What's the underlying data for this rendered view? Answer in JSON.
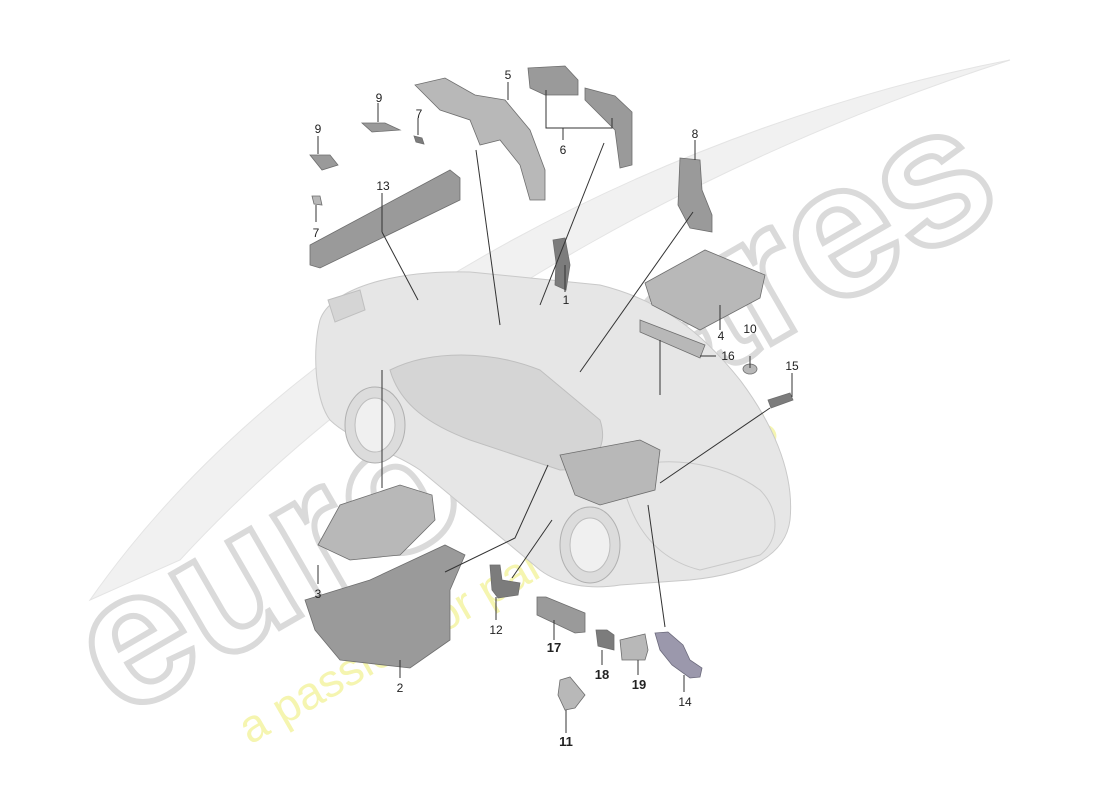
{
  "diagram": {
    "type": "exploded-parts-diagram",
    "subject": "Sports car body insulation / sound-deadening parts",
    "watermark": {
      "brand": "eurospares",
      "tagline": "a passion for parts since 1985",
      "brand_color": "#dcdcdc",
      "tagline_color": "#f3f3a8"
    },
    "callouts": [
      {
        "id": "1",
        "label": "1",
        "bold": false
      },
      {
        "id": "2",
        "label": "2",
        "bold": false
      },
      {
        "id": "3",
        "label": "3",
        "bold": false
      },
      {
        "id": "4",
        "label": "4",
        "bold": false
      },
      {
        "id": "5",
        "label": "5",
        "bold": false
      },
      {
        "id": "6",
        "label": "6",
        "bold": false
      },
      {
        "id": "7a",
        "label": "7",
        "bold": false
      },
      {
        "id": "7b",
        "label": "7",
        "bold": false
      },
      {
        "id": "8",
        "label": "8",
        "bold": false
      },
      {
        "id": "9a",
        "label": "9",
        "bold": false
      },
      {
        "id": "9b",
        "label": "9",
        "bold": false
      },
      {
        "id": "10",
        "label": "10",
        "bold": false
      },
      {
        "id": "11",
        "label": "11",
        "bold": true
      },
      {
        "id": "12",
        "label": "12",
        "bold": false
      },
      {
        "id": "13",
        "label": "13",
        "bold": false
      },
      {
        "id": "14",
        "label": "14",
        "bold": false
      },
      {
        "id": "15",
        "label": "15",
        "bold": false
      },
      {
        "id": "16",
        "label": "16",
        "bold": false
      },
      {
        "id": "17",
        "label": "17",
        "bold": true
      },
      {
        "id": "18",
        "label": "18",
        "bold": true
      },
      {
        "id": "19",
        "label": "19",
        "bold": true
      }
    ]
  }
}
